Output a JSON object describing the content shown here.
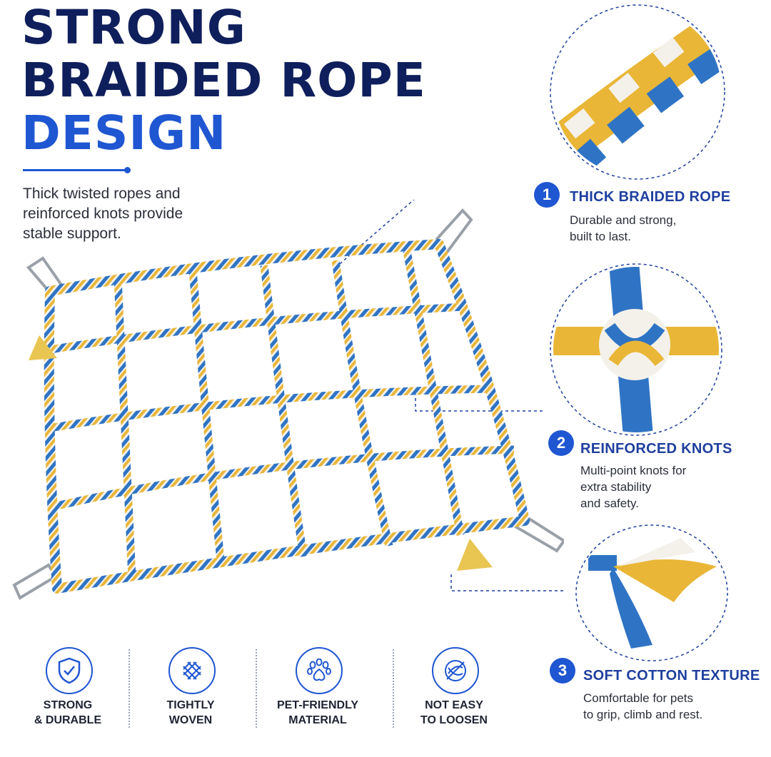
{
  "headline": {
    "line1": "STRONG",
    "line2": "BRAIDED ROPE",
    "line3": "DESIGN"
  },
  "intro": {
    "line1": "Thick twisted ropes and",
    "line2": "reinforced knots provide",
    "line3": "stable support."
  },
  "features": [
    {
      "number": "1",
      "title": "THICK BRAIDED ROPE",
      "desc1": "Durable and strong,",
      "desc2": "built to last.",
      "desc3": ""
    },
    {
      "number": "2",
      "title": "REINFORCED KNOTS",
      "desc1": "Multi-point knots for",
      "desc2": "extra stability",
      "desc3": "and safety."
    },
    {
      "number": "3",
      "title": "SOFT COTTON TEXTURE",
      "desc1": "Comfortable for pets",
      "desc2": "to grip, climb and rest.",
      "desc3": ""
    }
  ],
  "badges": [
    {
      "icon": "shield-check-icon",
      "line1": "STRONG",
      "line2": "& DURABLE"
    },
    {
      "icon": "woven-mesh-icon",
      "line1": "TIGHTLY",
      "line2": "WOVEN"
    },
    {
      "icon": "paw-icon",
      "line1": "PET-FRIENDLY",
      "line2": "MATERIAL"
    },
    {
      "icon": "knot-lock-icon",
      "line1": "NOT EASY",
      "line2": "TO LOOSEN"
    }
  ],
  "colors": {
    "navy": "#0f1f5c",
    "accent_blue": "#1f56d1",
    "rope_blue": "#2f74c4",
    "rope_yellow": "#e9b637",
    "rope_white": "#f4f1ea"
  }
}
